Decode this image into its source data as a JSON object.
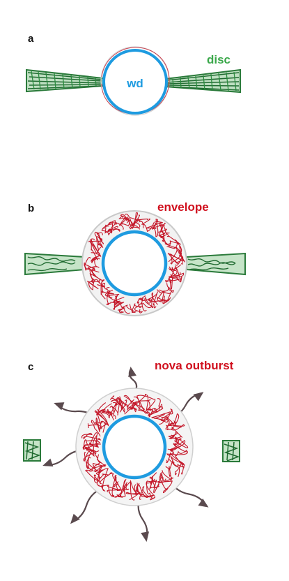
{
  "panels": {
    "a": {
      "letter": "a",
      "wd_label": "wd",
      "disc_label": "disc"
    },
    "b": {
      "letter": "b",
      "envelope_label": "envelope"
    },
    "c": {
      "letter": "c",
      "outburst_label": "nova outburst"
    }
  },
  "colors": {
    "white_dwarf": "#1e9be0",
    "disc": "#2a7a3a",
    "disc_label": "#3aa84a",
    "envelope": "#c4182a",
    "outburst_label": "#d0101e",
    "arrow": "#5a4a4e",
    "halo": "#cfcfcf"
  }
}
